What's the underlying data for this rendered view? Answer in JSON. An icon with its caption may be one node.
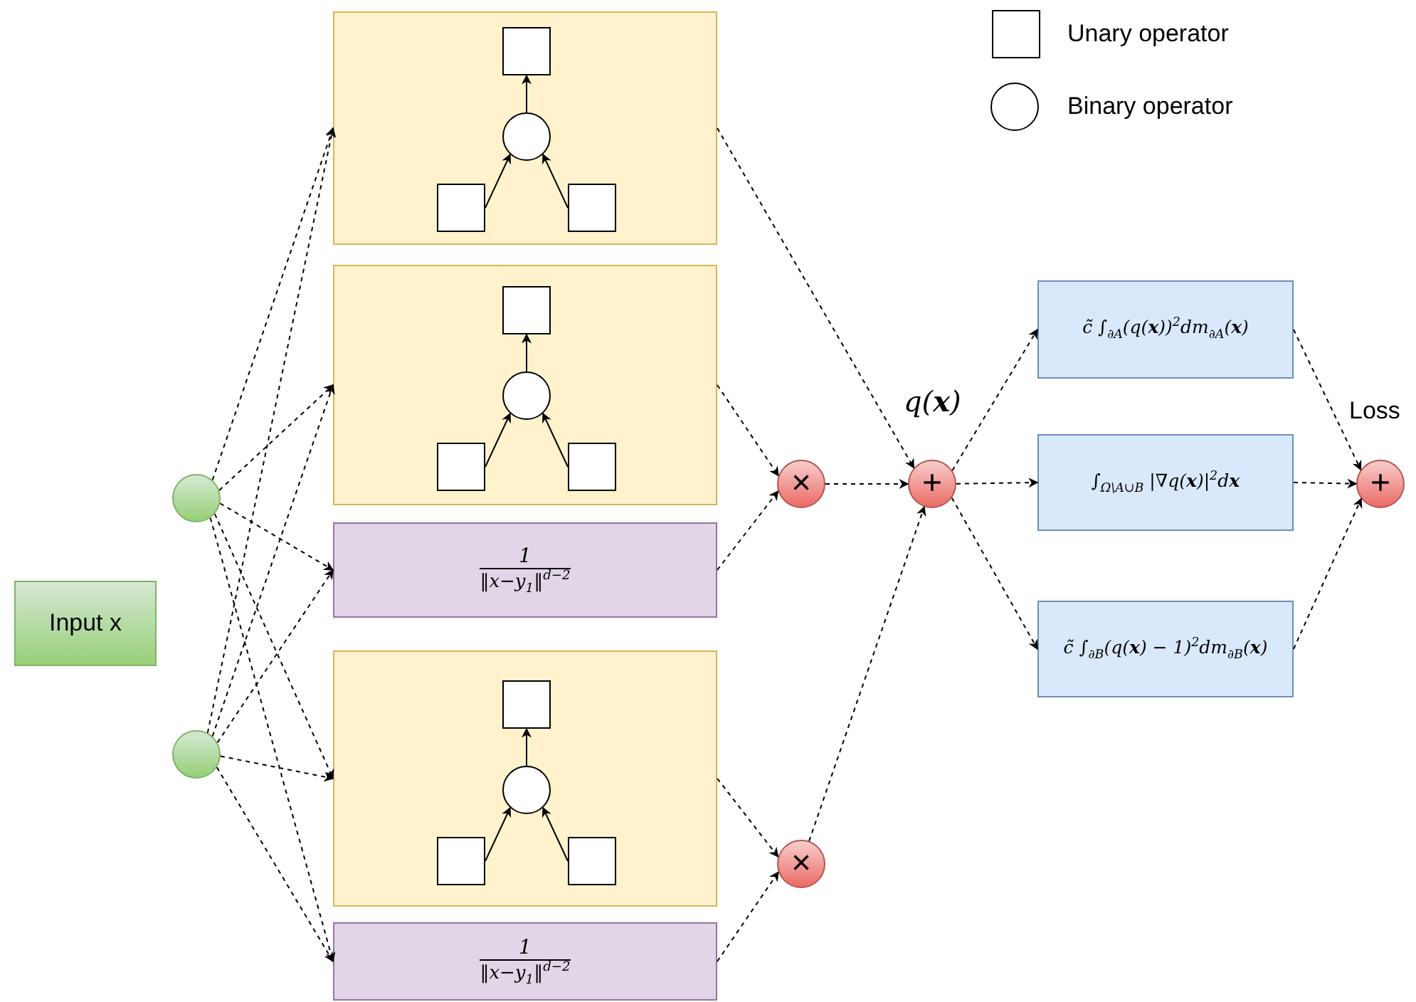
{
  "diagram": {
    "nodes": [
      {
        "text": [
          "Input x"
        ]
      },
      {
        "text": [],
        "shape": "circle"
      },
      {
        "text": [],
        "shape": "circle"
      },
      {
        "text": [],
        "shape": "box"
      },
      {
        "text": [],
        "shape": "box",
        "in": 3
      },
      {
        "text": [],
        "shape": "circle",
        "in": 3
      },
      {
        "text": [],
        "shape": "box",
        "in": 3
      },
      {
        "text": [],
        "shape": "box",
        "in": 3
      },
      {
        "text": [],
        "shape": "box"
      },
      {
        "text": [],
        "shape": "box",
        "in": 8
      },
      {
        "text": [],
        "shape": "circle",
        "in": 8
      },
      {
        "text": [],
        "shape": "box",
        "in": 8
      },
      {
        "text": [],
        "shape": "box",
        "in": 8
      },
      {
        "text": [
          "1",
          "‖x−y$_{1}$‖$^{d−2}$"
        ]
      },
      {
        "text": [],
        "shape": "box"
      },
      {
        "text": [],
        "shape": "box",
        "in": 14
      },
      {
        "text": [],
        "shape": "circle",
        "in": 14
      },
      {
        "text": [],
        "shape": "box",
        "in": 14
      },
      {
        "text": [],
        "shape": "box",
        "in": 14
      },
      {
        "text": [
          "1",
          "‖x−y$_{1}$‖$^{d−2}$"
        ]
      },
      {
        "text": [
          "×"
        ]
      },
      {
        "text": [
          "+"
        ],
        "beside": [
          "q(**x**)"
        ]
      },
      {
        "text": [
          "×"
        ]
      },
      {
        "text": [
          "c̃ ∫$_{∂A}$(q(**x**))$^{2}$dm$_{∂A}$(**x**)"
        ]
      },
      {
        "text": [
          "∫$_{Ω\\A∪B}$ |∇q(**x**)|$^{2}$d**x**"
        ]
      },
      {
        "text": [
          "c̃ ∫$_{∂B}$(q(**x**) − 1)$^{2}$dm$_{∂B}$(**x**)"
        ]
      },
      {
        "text": [
          "+"
        ],
        "beside": [
          "Loss"
        ]
      }
    ],
    "edges": [
      {
        "from": 6,
        "to": 5,
        "arrow": "to"
      },
      {
        "from": 7,
        "to": 5,
        "arrow": "to"
      },
      {
        "from": 5,
        "to": 4,
        "arrow": "to"
      },
      {
        "from": 11,
        "to": 10,
        "arrow": "to"
      },
      {
        "from": 12,
        "to": 10,
        "arrow": "to"
      },
      {
        "from": 10,
        "to": 9,
        "arrow": "to"
      },
      {
        "from": 17,
        "to": 16,
        "arrow": "to"
      },
      {
        "from": 18,
        "to": 16,
        "arrow": "to"
      },
      {
        "from": 16,
        "to": 15,
        "arrow": "to"
      },
      {
        "from": 1,
        "to": 3,
        "arrow": "to",
        "style": "dashed"
      },
      {
        "from": 1,
        "to": 8,
        "arrow": "to",
        "style": "dashed"
      },
      {
        "from": 1,
        "to": 13,
        "arrow": "to",
        "style": "dashed"
      },
      {
        "from": 1,
        "to": 14,
        "arrow": "to",
        "style": "dashed"
      },
      {
        "from": 1,
        "to": 19,
        "arrow": "to",
        "style": "dashed"
      },
      {
        "from": 2,
        "to": 3,
        "arrow": "to",
        "style": "dashed"
      },
      {
        "from": 2,
        "to": 8,
        "arrow": "to",
        "style": "dashed"
      },
      {
        "from": 2,
        "to": 13,
        "arrow": "to",
        "style": "dashed"
      },
      {
        "from": 2,
        "to": 14,
        "arrow": "to",
        "style": "dashed"
      },
      {
        "from": 2,
        "to": 19,
        "arrow": "to",
        "style": "dashed"
      },
      {
        "from": 3,
        "to": 21,
        "arrow": "to",
        "style": "dashed"
      },
      {
        "from": 8,
        "to": 20,
        "arrow": "to",
        "style": "dashed"
      },
      {
        "from": 13,
        "to": 20,
        "arrow": "to",
        "style": "dashed"
      },
      {
        "from": 14,
        "to": 22,
        "arrow": "to",
        "style": "dashed"
      },
      {
        "from": 19,
        "to": 22,
        "arrow": "to",
        "style": "dashed"
      },
      {
        "from": 20,
        "to": 21,
        "arrow": "to",
        "style": "dashed"
      },
      {
        "from": 22,
        "to": 21,
        "arrow": "to",
        "style": "dashed"
      },
      {
        "from": 21,
        "to": 23,
        "arrow": "to",
        "style": "dashed"
      },
      {
        "from": 21,
        "to": 24,
        "arrow": "to",
        "style": "dashed"
      },
      {
        "from": 21,
        "to": 25,
        "arrow": "to",
        "style": "dashed"
      },
      {
        "from": 23,
        "to": 26,
        "arrow": "to",
        "style": "dashed"
      },
      {
        "from": 24,
        "to": 26,
        "arrow": "to",
        "style": "dashed"
      },
      {
        "from": 25,
        "to": 26,
        "arrow": "to",
        "style": "dashed"
      }
    ],
    "legend": [
      {
        "text": "Unary operator"
      },
      {
        "text": "Binary operator"
      }
    ]
  }
}
